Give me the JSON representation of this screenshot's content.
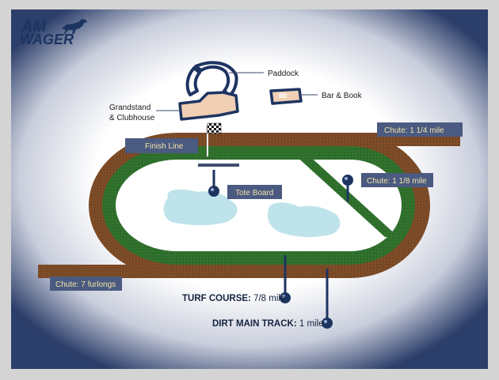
{
  "logo": {
    "line1": "AM",
    "line2": "WAGER"
  },
  "labels": {
    "paddock": "Paddock",
    "bar_book": "Bar & Book",
    "grandstand_line1": "Grandstand",
    "grandstand_line2": "& Clubhouse",
    "finish_line": "Finish Line",
    "tote_board": "Tote Board",
    "chute_1_1_4": "Chute: 1 1/4 mile",
    "chute_1_1_8": "Chute: 1 1/8 mile",
    "chute_7f": "Chute: 7 furlongs"
  },
  "courses": {
    "turf_name": "TURF COURSE:",
    "turf_distance": " 7/8 mile",
    "dirt_name": "DIRT MAIN TRACK:",
    "dirt_distance": " 1 mile"
  },
  "colors": {
    "dirt": "#7b4a26",
    "turf": "#2f6f2c",
    "infield": "#ffffff",
    "lake": "#bfe3ea",
    "navy": "#1d3461",
    "label_box": "#4a5a80",
    "label_text": "#f3e3a8",
    "building": "#f0cfb4"
  }
}
